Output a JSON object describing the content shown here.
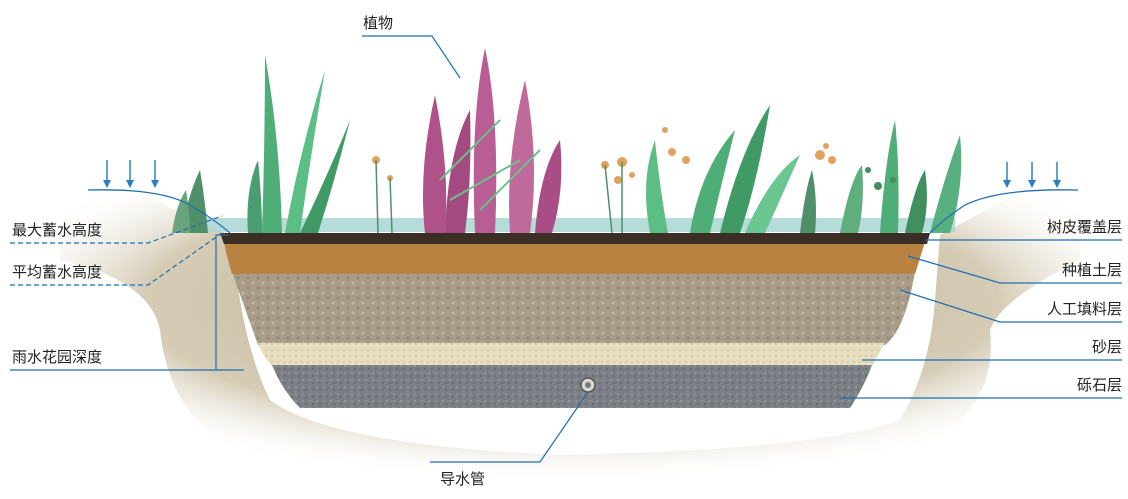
{
  "labels": {
    "plants": "植物",
    "max_storage_height": "最大蓄水高度",
    "avg_storage_height": "平均蓄水高度",
    "garden_depth": "雨水花园深度",
    "mulch_layer": "树皮覆盖层",
    "planting_soil_layer": "种植土层",
    "artificial_fill_layer": "人工填料层",
    "sand_layer": "砂层",
    "gravel_layer": "砾石层",
    "drain_pipe": "导水管"
  },
  "colors": {
    "leader_line": "#1f6fb0",
    "rain_arrow": "#2a7fc1",
    "mulch": "#3b2f25",
    "soil": "#b98240",
    "fill": "#a89c88",
    "sand": "#e7dfc2",
    "gravel": "#7b7e83",
    "ground": "#cfc4ad",
    "water": "#a9d6d3",
    "plant_purple": "#b0528a",
    "plant_green": "#4fae78",
    "flower_orange": "#e0a25e"
  }
}
